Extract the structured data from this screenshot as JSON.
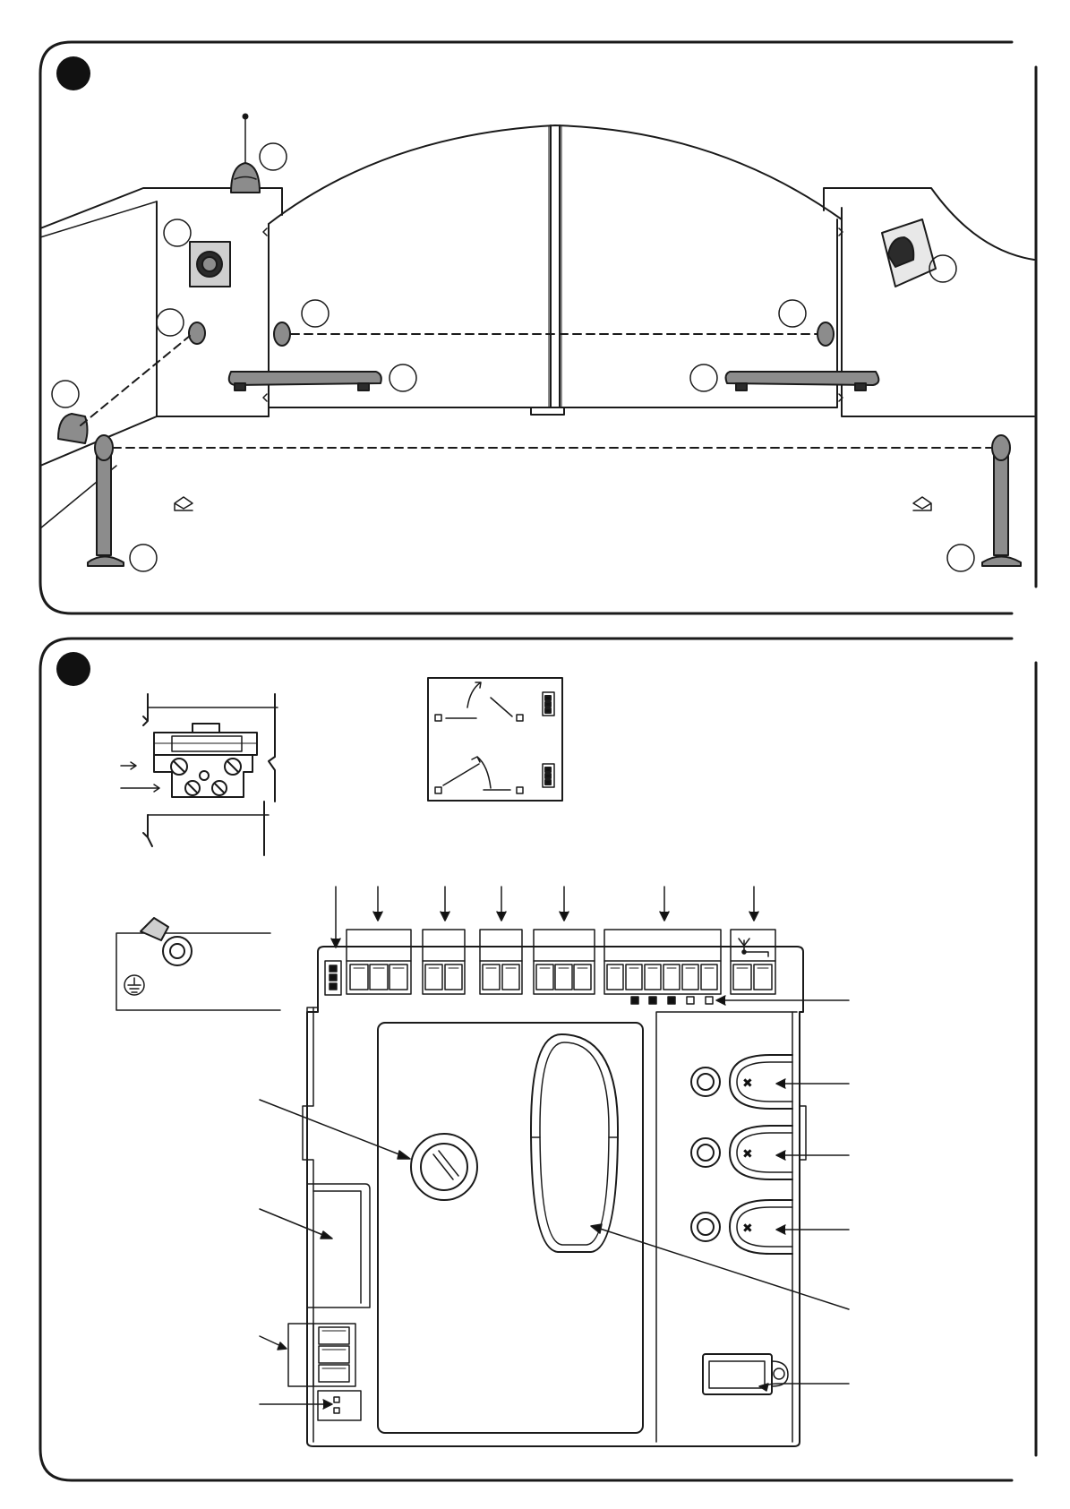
{
  "figures": [
    {
      "id": "fig-1",
      "badge": "filled-circle-badge",
      "content": "automatic-swing-gate-installation-overview"
    },
    {
      "id": "fig-2",
      "badge": "filled-circle-badge",
      "content": "control-unit-board-layout"
    }
  ],
  "callouts_fig1": [
    "antenna-flashing-light",
    "key-selector",
    "wall-photocell-left",
    "photocell-left-transmitter",
    "gate-photocell-left",
    "gearmotor-left",
    "gearmotor-right",
    "gate-photocell-right",
    "flashing-light-right",
    "post-photocell-left",
    "post-photocell-right"
  ],
  "icons": {
    "ground": "ground-symbol-icon",
    "antenna": "antenna-symbol-icon"
  },
  "colors": {
    "line": "#1a1a1a",
    "fill_dark": "#2b2b2b",
    "fill_mid": "#8c8c8c",
    "fill_light": "#cfcfcf"
  }
}
